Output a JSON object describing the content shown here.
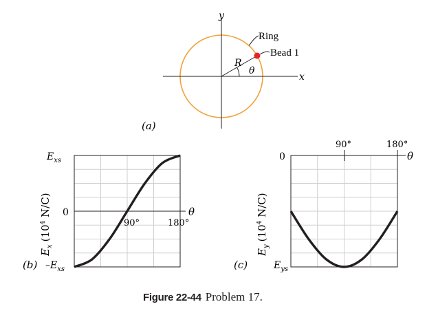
{
  "panel_a": {
    "label": "(a)",
    "y_axis": "y",
    "x_axis": "x",
    "radius": "R",
    "angle": "θ",
    "ring": "Ring",
    "bead": "Bead 1",
    "bead_angle_deg": 30,
    "colors": {
      "ring": "#f0a23a",
      "bead": "#e8212b"
    }
  },
  "panel_b": {
    "label": "(b)",
    "ylabel_main": "E",
    "ylabel_sub": "x",
    "ylabel_units": "(10",
    "ylabel_exp": "4",
    "ylabel_tail": " N/C)",
    "tick_top_main": "E",
    "tick_top_sub": "xs",
    "tick_mid": "0",
    "tick_bot_main": "–E",
    "tick_bot_sub": "xs",
    "x_tick_1": "90°",
    "x_tick_2": "180°",
    "x_axis": "θ"
  },
  "panel_c": {
    "label": "(c)",
    "ylabel_main": "E",
    "ylabel_sub": "y",
    "ylabel_units": "(10",
    "ylabel_exp": "4",
    "ylabel_tail": " N/C)",
    "tick_top": "0",
    "tick_bot_main": "E",
    "tick_bot_sub": "ys",
    "x_tick_1": "90°",
    "x_tick_2": "180°",
    "x_axis": "θ"
  },
  "chart_data": [
    {
      "type": "line",
      "panel": "b",
      "x": [
        0,
        30,
        60,
        90,
        120,
        150,
        180
      ],
      "series": [
        {
          "values": [
            -1.0,
            -0.866,
            -0.5,
            0.0,
            0.5,
            0.866,
            1.0
          ]
        }
      ],
      "xlim": [
        0,
        180
      ],
      "ylim": [
        -1,
        1
      ]
    },
    {
      "type": "line",
      "panel": "c",
      "x": [
        0,
        30,
        60,
        90,
        120,
        150,
        180
      ],
      "series": [
        {
          "values": [
            -0.5,
            -0.75,
            -0.933,
            -1.0,
            -0.933,
            -0.75,
            -0.5
          ]
        }
      ],
      "xlim": [
        0,
        180
      ],
      "ylim": [
        -1,
        0
      ]
    }
  ],
  "caption": {
    "figure_number": "Figure 22-44",
    "text": "Problem 17."
  }
}
